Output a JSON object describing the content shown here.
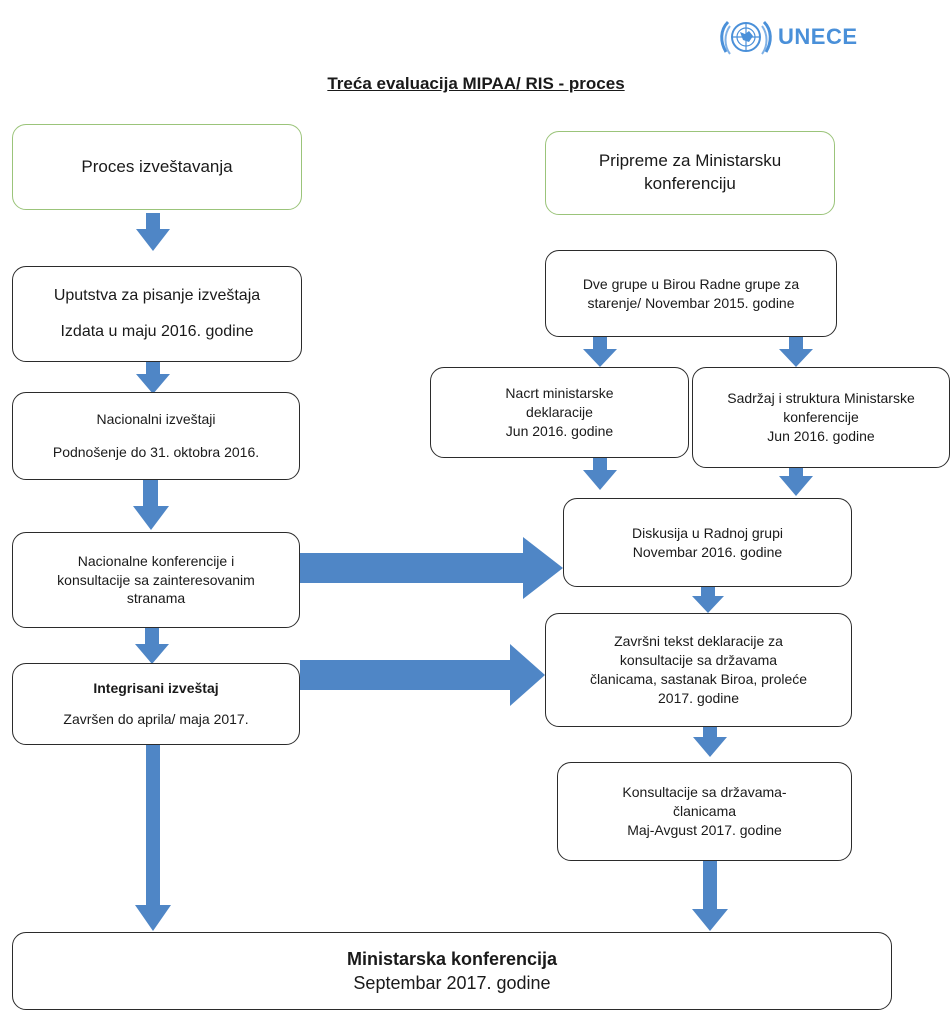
{
  "logo": {
    "text": "UNECE",
    "color": "#4a90d9"
  },
  "title": "Treća evaluacija MIPAA/ RIS - proces",
  "arrow_color": "#4f86c6",
  "boxes": {
    "left_header": {
      "lines": [
        "Proces izveštavanja"
      ]
    },
    "right_header": {
      "lines": [
        "Pripreme za Ministarsku",
        "konferenciju"
      ]
    },
    "guidelines": {
      "lines": [
        "Uputstva za pisanje izveštaja",
        "Izdata u maju 2016. godine"
      ]
    },
    "national_reports": {
      "lines": [
        "Nacionalni izveštaji",
        "Podnošenje do 31. oktobra 2016."
      ]
    },
    "national_conferences": {
      "lines": [
        "Nacionalne konferencije i",
        "konsultacije sa zainteresovanim",
        "stranama"
      ]
    },
    "integrated_report": {
      "lines": [
        "Integrisani izveštaj",
        "Završen do aprila/ maja 2017."
      ]
    },
    "bureau_groups": {
      "lines": [
        "Dve grupe u Birou Radne grupe za",
        "starenje/ Novembar 2015. godine"
      ]
    },
    "draft_declaration": {
      "lines": [
        "Nacrt ministarske",
        "deklaracije",
        "Jun 2016. godine"
      ]
    },
    "content_structure": {
      "lines": [
        "Sadržaj i struktura Ministarske",
        "konferencije",
        "Jun 2016. godine"
      ]
    },
    "working_group_discussion": {
      "lines": [
        "Diskusija u Radnoj grupi",
        "Novembar 2016. godine"
      ]
    },
    "final_text": {
      "lines": [
        "Završni tekst deklaracije za",
        "konsultacije sa državama",
        "članicama, sastanak Biroa, proleće",
        "2017. godine"
      ]
    },
    "member_consultations": {
      "lines": [
        "Konsultacije sa državama-",
        "članicama",
        "Maj-Avgust 2017. godine"
      ]
    },
    "ministerial_conference": {
      "lines": [
        "Ministarska konferencija",
        "Septembar 2017. godine"
      ]
    }
  }
}
